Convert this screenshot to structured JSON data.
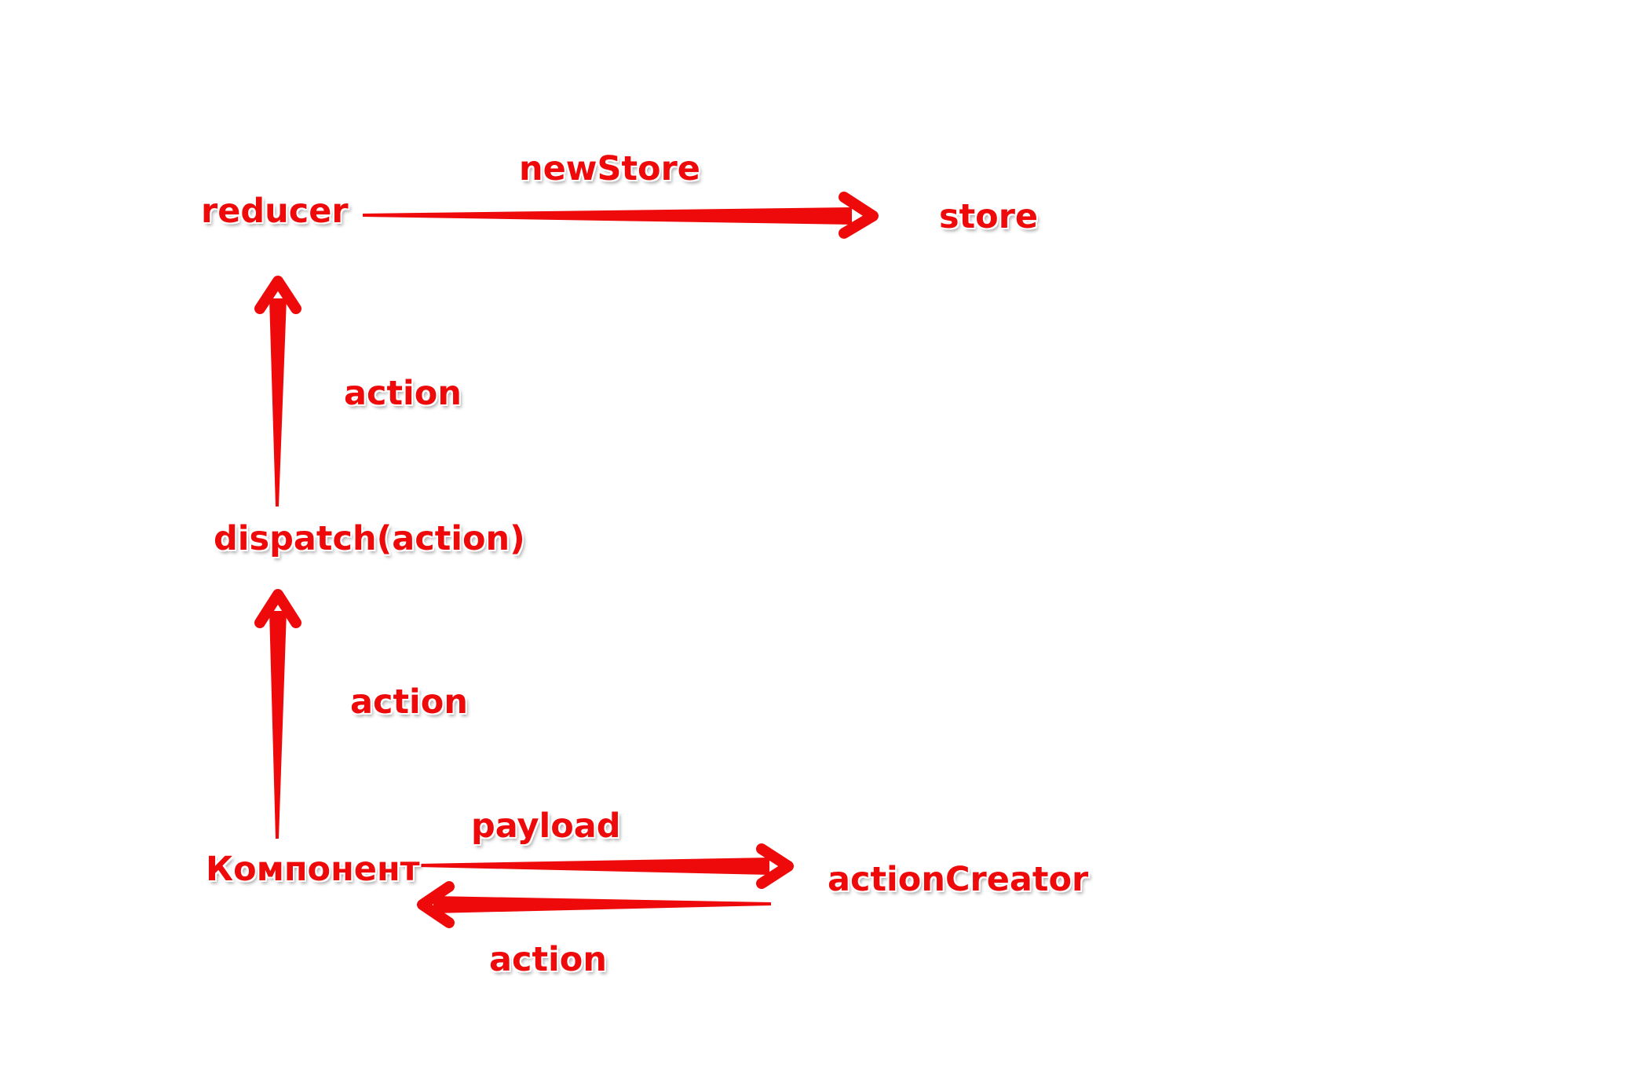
{
  "nodes": {
    "reducer": "reducer",
    "store": "store",
    "dispatch": "dispatch(action)",
    "component": "Компонент",
    "action_creator": "actionCreator"
  },
  "edges": {
    "reducer_to_store": "newStore",
    "dispatch_to_reducer": "action",
    "component_to_dispatch": "action",
    "component_to_creator": "payload",
    "creator_to_component": "action"
  },
  "colors": {
    "arrow": "#ee0a0a",
    "text": "#ee0a0a",
    "background": "#ffffff"
  }
}
